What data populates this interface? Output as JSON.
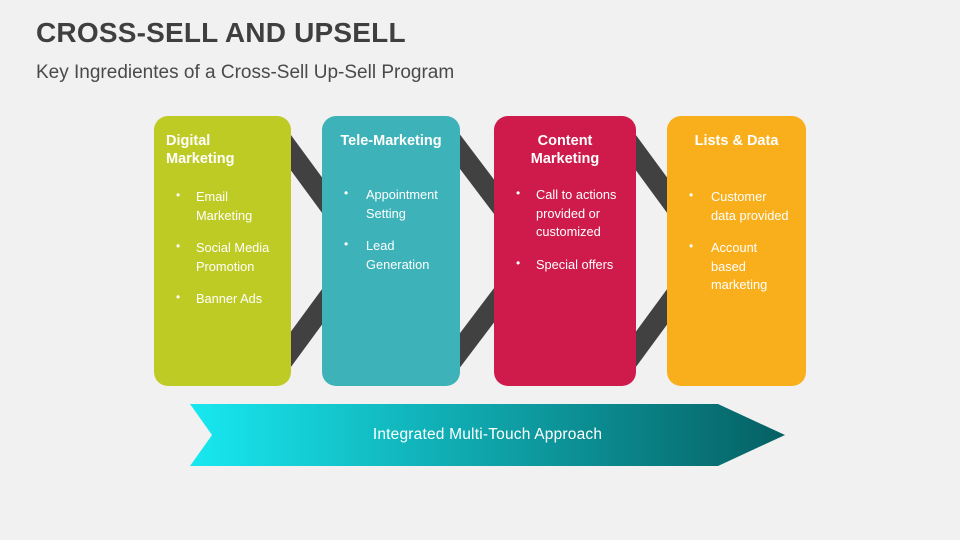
{
  "header": {
    "title": "CROSS-SELL AND UPSELL",
    "subtitle": "Key Ingredientes of a Cross-Sell Up-Sell Program"
  },
  "colors": {
    "background": "#F1F1F1",
    "title_text": "#3F3F3F",
    "subtitle_text": "#4A4A4A",
    "chevron": "#414141",
    "banner_gradient_start": "#18E8F0",
    "banner_gradient_end": "#056063",
    "card_text": "#FFFFFF"
  },
  "columns": [
    {
      "title": "Digital Marketing",
      "color": "#BFCB25",
      "align": "left",
      "bullets": [
        "Email Marketing",
        "Social Media Promotion",
        "Banner Ads"
      ]
    },
    {
      "title": "Tele-Marketing",
      "color": "#3DB2B8",
      "align": "center",
      "bullets": [
        "Appointment Setting",
        "Lead Generation"
      ]
    },
    {
      "title": "Content Marketing",
      "color": "#CE1B4B",
      "align": "center",
      "bullets": [
        "Call to actions provided or customized",
        "Special offers"
      ]
    },
    {
      "title": "Lists & Data",
      "color": "#F9AF1B",
      "align": "center",
      "bullets": [
        "Customer data provided",
        "Account based marketing"
      ]
    }
  ],
  "banner": {
    "label": "Integrated Multi-Touch Approach"
  }
}
